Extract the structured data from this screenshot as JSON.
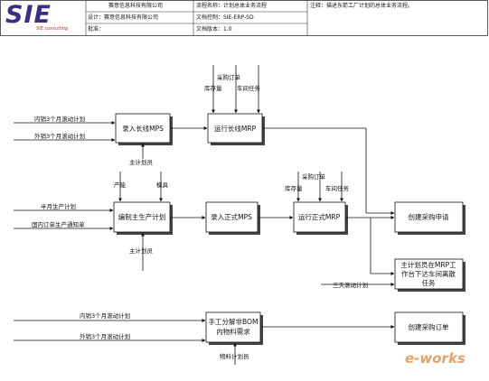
{
  "header": {
    "logo_text": "SIE",
    "logo_sub": "SIE consulting",
    "company1": "赛意信息科技有限公司",
    "design": "设计：赛意信息科技有限公司",
    "approve": "批准：",
    "flow_name": "流程名称：计划总体业务流程",
    "doc_control": "文档控制：SIE-ERP-SD",
    "doc_version": "文档版本：1.0",
    "note": "注释：描述东箭工厂计划的总体业务流程。"
  },
  "boxes": {
    "mps_long": "录入长线MPS",
    "mrp_long": "运行长线MRP",
    "master_plan": "编制主生产计划",
    "mps_formal": "录入正式MPS",
    "mrp_formal": "运行正式MRP",
    "purchase_request": "创建采购申请",
    "workshop_task_1": "主计划员在MRP工",
    "workshop_task_2": "作台下达车间离散",
    "workshop_task_3": "任务",
    "bom_1": "手工分解非BOM",
    "bom_2": "内物料需求",
    "purchase_order": "创建采购订单"
  },
  "labels": {
    "domestic3": "内销3个月滚动计划",
    "export3": "外销3个月滚动计划",
    "po_top": "采购订单",
    "stock_top": "库存量",
    "workshop_task_top": "车间任务",
    "planner_a": "主计划员",
    "capacity": "产能",
    "mold": "模具",
    "half_month": "半月生产计划",
    "domestic_order": "国内订单生产通知单",
    "planner_b": "主计划员",
    "po_mid": "采购订单",
    "stock_mid": "库存量",
    "workshop_task_mid": "车间任务",
    "three_day": "三天滚动计划",
    "domestic3_b": "内销3个月滚动计划",
    "export3_b": "外销3个月滚动计划",
    "material_planner": "物料计划员"
  },
  "watermark": "e-works"
}
